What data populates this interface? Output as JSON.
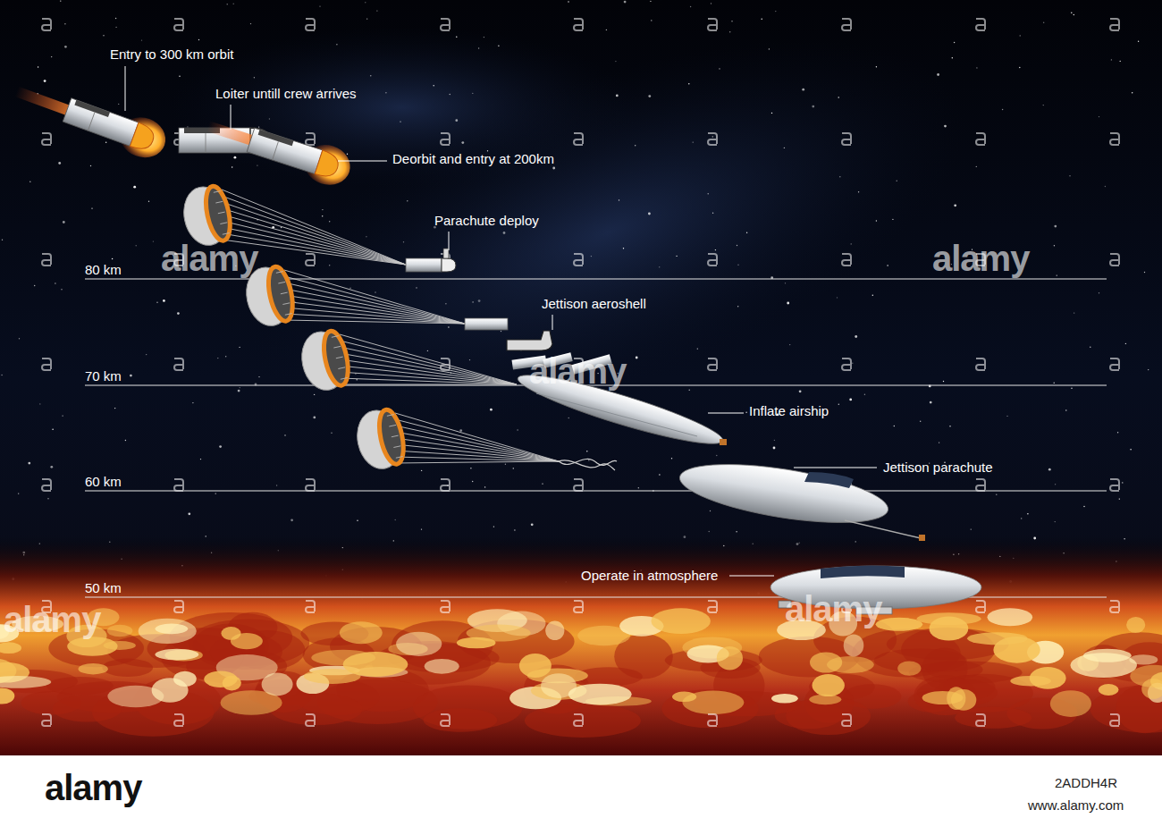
{
  "diagram": {
    "labels": [
      "Entry to 300 km orbit",
      "Loiter untill crew arrives",
      "Deorbit and entry at 200km",
      "Parachute deploy",
      "alamy",
      "alamy",
      "80 km",
      "Jettison aeroshell",
      "alamy",
      "70 km",
      "Inflate airship",
      "Jettison parachute",
      "60 km",
      "Operate in atmosphere",
      "alamy",
      "50 km",
      "alamy",
      "alamy",
      "2ADDH4R",
      "www.alamy.com"
    ]
  }
}
